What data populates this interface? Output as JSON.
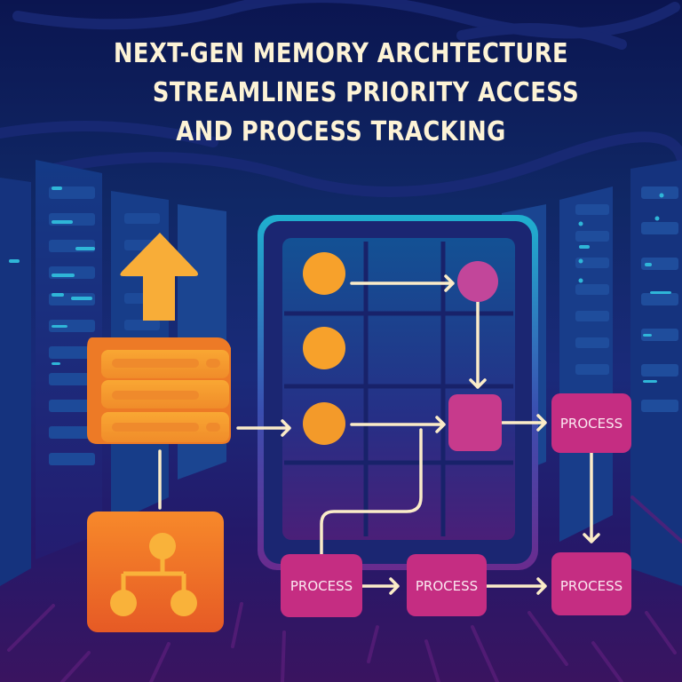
{
  "title": {
    "lines": [
      "NEXT-GEN MEMORY ARCHTECTURE",
      "STREAMLINES PRIORITY ACCESS",
      "AND PROCESS TRACKING"
    ]
  },
  "icons": {
    "priority_arrow": "arrow-up-icon",
    "memory_stack": "server-stack-icon",
    "hierarchy": "hierarchy-tree-icon"
  },
  "grid_panel": {
    "orange_nodes": 3,
    "priority_node_color": "#c2469a",
    "merge_node_color": "#c73a8c"
  },
  "process_nodes": [
    {
      "id": "process-right",
      "label": "PROCESS"
    },
    {
      "id": "process-bottom-left",
      "label": "PROCESS"
    },
    {
      "id": "process-bottom-middle",
      "label": "PROCESS"
    },
    {
      "id": "process-bottom-right",
      "label": "PROCESS"
    }
  ],
  "colors": {
    "background_top": "#0b1550",
    "background_bottom": "#3a1460",
    "title_text": "#fdf3d6",
    "orange_primary": "#f7a12b",
    "orange_dark": "#ea6a22",
    "magenta": "#c52d82",
    "connector": "#fbecc8",
    "panel_border": "#1fa6c8"
  }
}
